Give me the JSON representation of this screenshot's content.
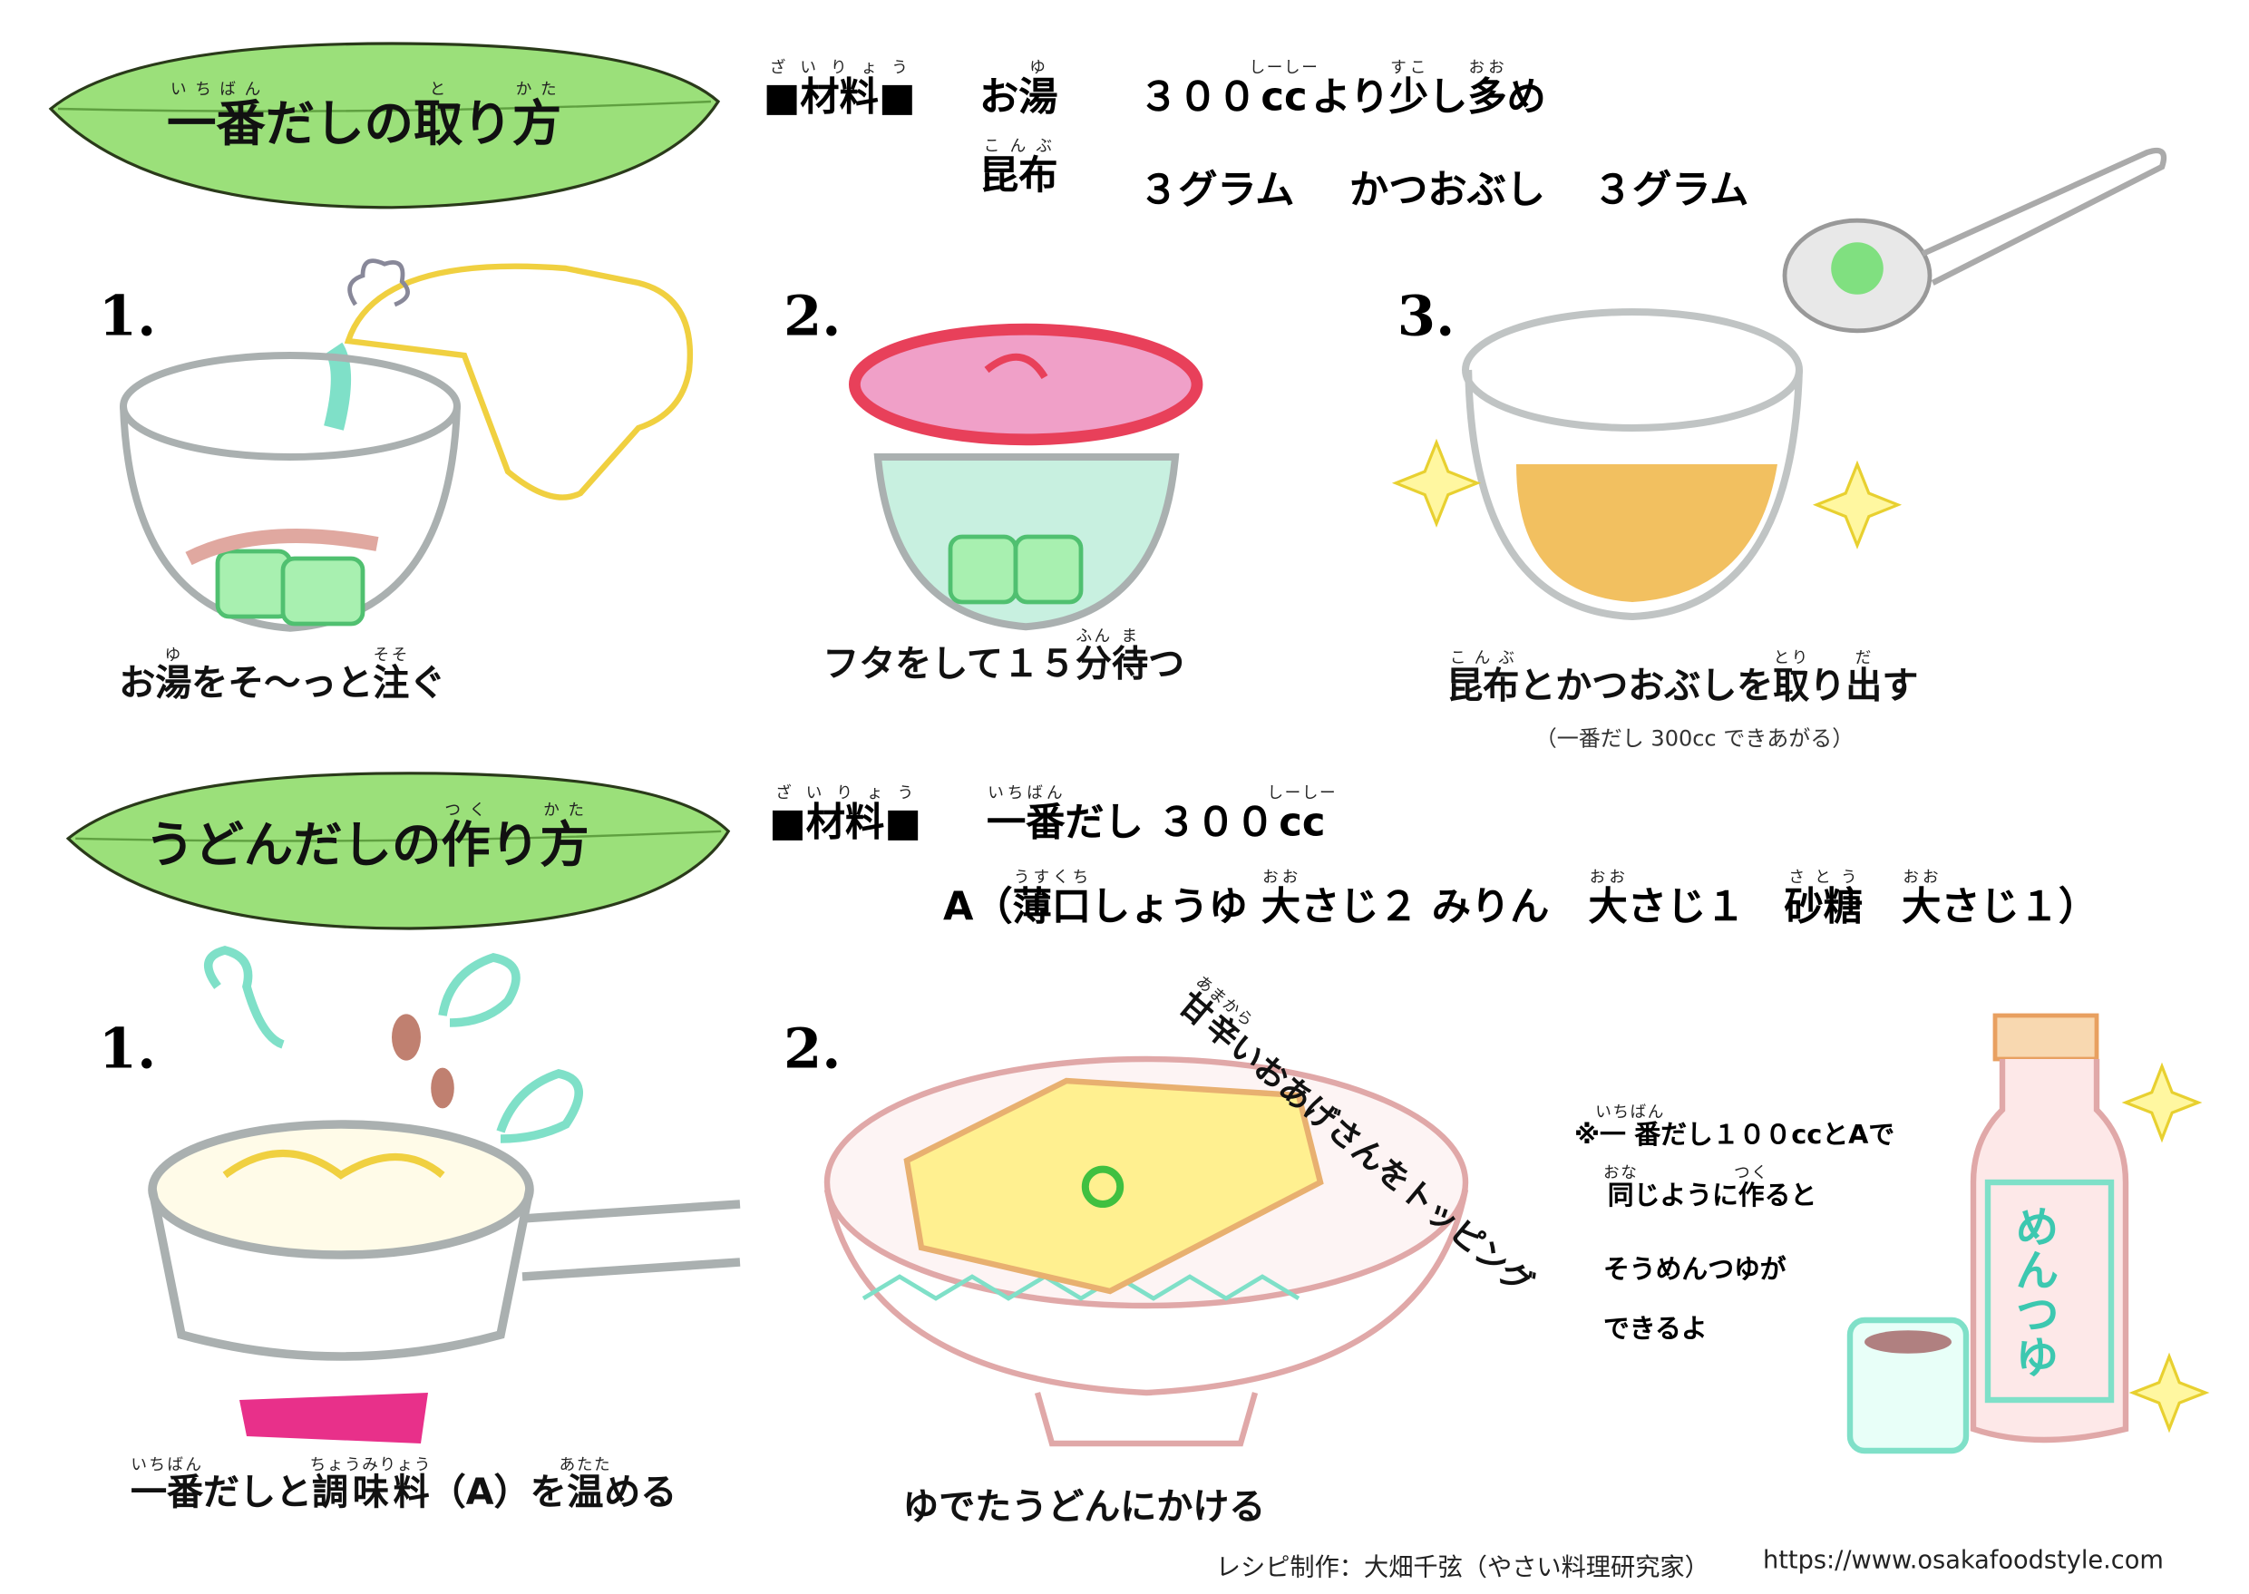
{
  "section1": {
    "title": [
      {
        "b": "一番",
        "r": "いちばん"
      },
      {
        "b": "だしの"
      },
      {
        "b": "取",
        "r": "と"
      },
      {
        "b": "り"
      },
      {
        "b": "方",
        "r": "かた"
      }
    ],
    "materials_label": [
      {
        "b": "■材料■",
        "r": "ざいりょう"
      }
    ],
    "row1_item": [
      {
        "b": "お"
      },
      {
        "b": "湯",
        "r": "ゆ"
      }
    ],
    "row1_amount": [
      {
        "b": "３００"
      },
      {
        "b": "cc",
        "r": "しーしー"
      },
      {
        "b": "より"
      },
      {
        "b": "少",
        "r": "すこ"
      },
      {
        "b": "し"
      },
      {
        "b": "多",
        "r": "おお"
      },
      {
        "b": "め"
      }
    ],
    "row2_item": [
      {
        "b": "昆布",
        "r": "こんぶ"
      }
    ],
    "row2_amount": "３グラム",
    "row2_item2": "かつおぶし",
    "row2_amount2": "３グラム",
    "steps": [
      {
        "num": "1.",
        "caption": [
          {
            "b": "お"
          },
          {
            "b": "湯",
            "r": "ゆ"
          },
          {
            "b": "をそ～っと"
          },
          {
            "b": "注",
            "r": "そそ"
          },
          {
            "b": "ぐ"
          }
        ]
      },
      {
        "num": "2.",
        "caption": [
          {
            "b": "フタをして"
          },
          {
            "b": "１５"
          },
          {
            "b": "分",
            "r": "ふん"
          },
          {
            "b": "待",
            "r": "ま"
          },
          {
            "b": "つ"
          }
        ]
      },
      {
        "num": "3.",
        "caption": [
          {
            "b": "昆布",
            "r": "こんぶ"
          },
          {
            "b": "とかつおぶしを"
          },
          {
            "b": "取",
            "r": "とり"
          },
          {
            "b": "り"
          },
          {
            "b": "出",
            "r": "だ"
          },
          {
            "b": "す"
          }
        ],
        "sub": "（一番だし 300cc できあがる）"
      }
    ]
  },
  "section2": {
    "title": [
      {
        "b": "うどんだしの"
      },
      {
        "b": "作",
        "r": "つく"
      },
      {
        "b": "り"
      },
      {
        "b": "方",
        "r": "かた"
      }
    ],
    "materials_label": [
      {
        "b": "■材料■",
        "r": "ざいりょう"
      }
    ],
    "row1": [
      {
        "b": "一番",
        "r": "いちばん"
      },
      {
        "b": "だし ３００"
      },
      {
        "b": "cc",
        "r": "しーしー"
      }
    ],
    "row2": [
      {
        "b": "A（"
      },
      {
        "b": "薄口",
        "r": "うすくち"
      },
      {
        "b": "しょうゆ "
      },
      {
        "b": "大",
        "r": "おお"
      },
      {
        "b": "さじ２ みりん　"
      },
      {
        "b": "大",
        "r": "おお"
      },
      {
        "b": "さじ１　"
      },
      {
        "b": "砂糖",
        "r": "さとう"
      },
      {
        "b": "　"
      },
      {
        "b": "大",
        "r": "おお"
      },
      {
        "b": "さじ１）"
      }
    ],
    "steps": [
      {
        "num": "1.",
        "caption": [
          {
            "b": "一番",
            "r": "いちばん"
          },
          {
            "b": "だしと"
          },
          {
            "b": "調味料",
            "r": "ちょうみりょう"
          },
          {
            "b": "（A）を"
          },
          {
            "b": "温",
            "r": "あたた"
          },
          {
            "b": "める"
          }
        ]
      },
      {
        "num": "2.",
        "caption": [
          {
            "b": "ゆでたうどんにかける"
          }
        ]
      }
    ],
    "topping": [
      {
        "b": "甘辛",
        "r": "あまから"
      },
      {
        "b": "いおあげさんをトッピング"
      }
    ],
    "note": [
      [
        {
          "b": "※"
        },
        {
          "b": "一番",
          "r": "いちばん"
        },
        {
          "b": "だし１００ccとAで"
        }
      ],
      [
        {
          "b": "同",
          "r": "おな"
        },
        {
          "b": "じように"
        },
        {
          "b": "作",
          "r": "つく"
        },
        {
          "b": "ると"
        }
      ],
      [
        {
          "b": "そうめんつゆが"
        }
      ],
      [
        {
          "b": "できるよ"
        }
      ]
    ],
    "bottle_label": "めんつゆ"
  },
  "footer": {
    "credit": "レシピ制作：大畑千弦（やさい料理研究家）",
    "url": "https://www.osakafoodstyle.com"
  },
  "colors": {
    "leaf": "#8fdc6a",
    "soup": "#f2c060",
    "lid": "#e8508a",
    "mint": "#7fe0c8"
  }
}
